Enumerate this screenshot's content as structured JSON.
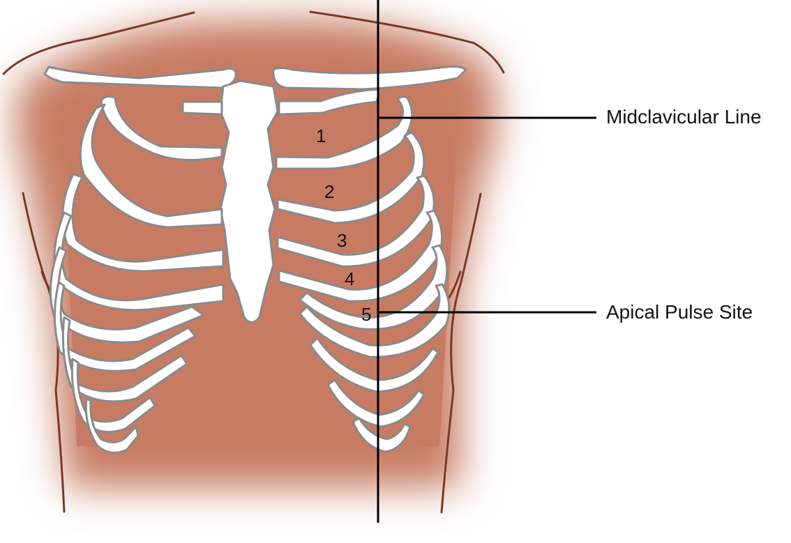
{
  "labels": {
    "midclavicular": "Midclavicular Line",
    "apical": "Apical Pulse Site"
  },
  "rib_numbers": [
    "1",
    "2",
    "3",
    "4",
    "5"
  ],
  "colors": {
    "skin": "#c77b62",
    "bone_fill": "#ffffff",
    "bone_outline": "#8a8a8a",
    "body_outline": "#7a3a24",
    "guide_line": "#000000"
  }
}
